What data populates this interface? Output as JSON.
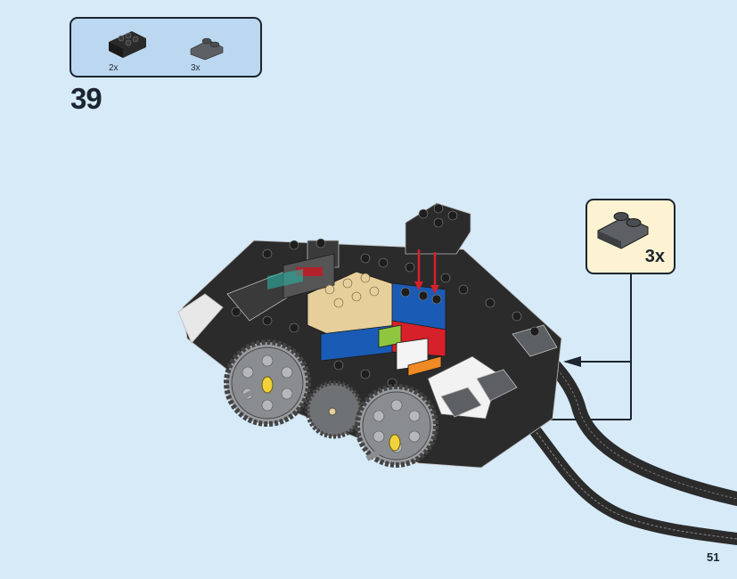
{
  "page": {
    "step_number": "39",
    "page_number": "51",
    "background_color": "#d6eaf8"
  },
  "parts_list": {
    "background_color": "#bcd8f0",
    "items": [
      {
        "name": "black-inverted-slope-brick-2x3",
        "qty": "2x",
        "color": "#2a2a2a"
      },
      {
        "name": "dark-bluish-gray-curved-slope-2x2",
        "qty": "3x",
        "color": "#5c6064"
      }
    ]
  },
  "callout": {
    "background_color": "#fdf3d2",
    "part": "dark-bluish-gray-curved-slope-2x2",
    "qty": "3x"
  },
  "illustration": {
    "description": "LEGO chassis assembly with gears, blue/red/tan/lime bricks, white motor and flat cables",
    "colors": {
      "black": "#2b2b2b",
      "gray": "#8a8d90",
      "blue": "#1a5bb5",
      "red": "#d6202a",
      "tan": "#e6cf9a",
      "lime": "#8fc63f",
      "white": "#f4f4f4",
      "yellow": "#f2d23a",
      "arrow": "#d6202a"
    }
  }
}
